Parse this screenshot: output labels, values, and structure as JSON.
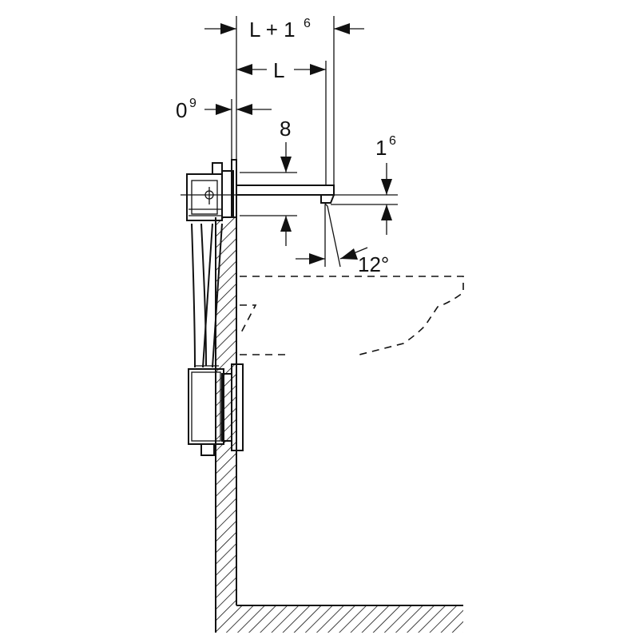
{
  "dimensions": {
    "l_plus_16": {
      "main": "L + 1",
      "sup": "6"
    },
    "l": {
      "main": "L"
    },
    "zero_9": {
      "main": "0",
      "sup": "9"
    },
    "eight": {
      "main": "8"
    },
    "one_6": {
      "main": "1",
      "sup": "6"
    },
    "angle": {
      "main": "12°"
    }
  }
}
